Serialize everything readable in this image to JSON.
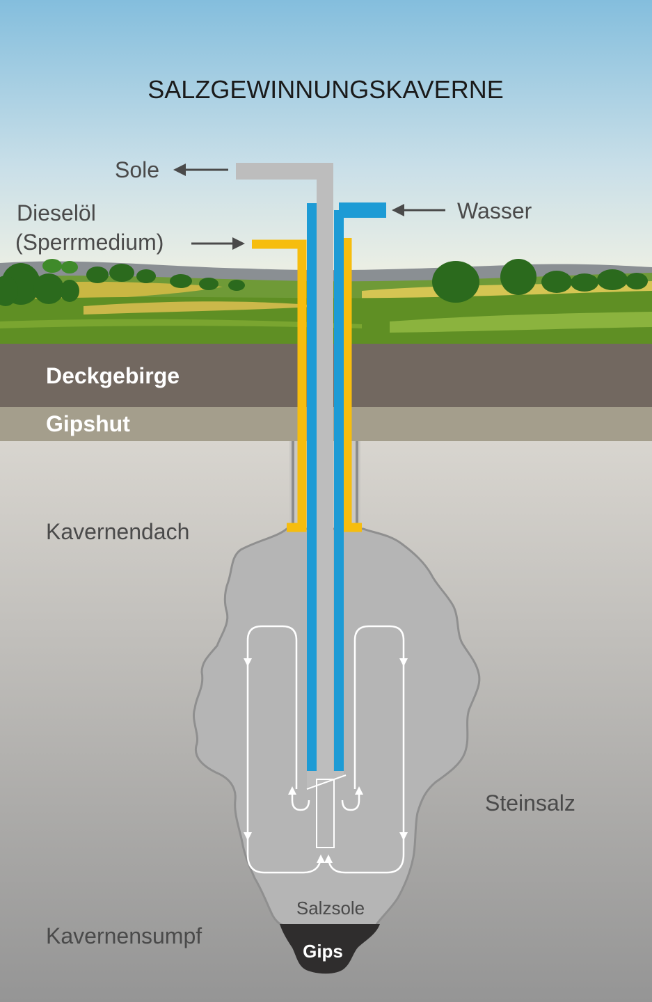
{
  "title": "SALZGEWINNUNGSKAVERNE",
  "pipes": {
    "brine_out": "Sole",
    "water_in": "Wasser",
    "blanket_line1": "Dieselöl",
    "blanket_line2": "(Sperrmedium)"
  },
  "layers": {
    "overburden": "Deckgebirge",
    "caprock": "Gipshut",
    "cavern_roof": "Kavernendach",
    "rock_salt": "Steinsalz",
    "cavern_sump": "Kavernensumpf"
  },
  "cavern": {
    "brine": "Salzsole",
    "gypsum": "Gips"
  },
  "colors": {
    "sky_top": "#8cc3df",
    "sky_bottom": "#e6eee3",
    "overburden": "#726860",
    "caprock": "#a49e8c",
    "salt_top": "#d6d4ce",
    "salt_bottom": "#9a9a9a",
    "cavern": "#b5b5b5",
    "brine_pipe": "#bcbcbc",
    "water_pipe": "#1d9bd5",
    "diesel_pipe": "#f6bd0e",
    "gypsum": "#2f2d2d",
    "text_dark": "#1a1a1a",
    "text_label": "#4a4a4a"
  }
}
